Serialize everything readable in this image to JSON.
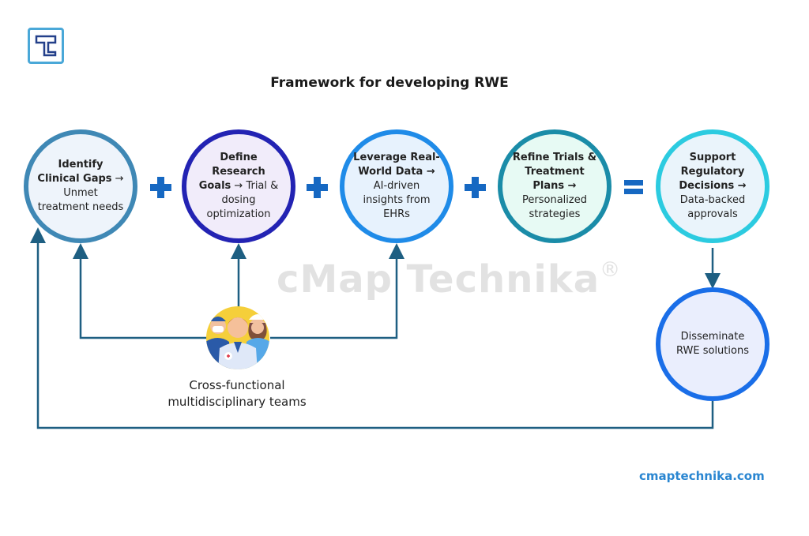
{
  "title": "Framework for developing RWE",
  "logo": {
    "letter": "T",
    "icon": "cmap-technika-logo"
  },
  "watermark": {
    "text": "cMap Technika",
    "mark": "®"
  },
  "steps": [
    {
      "id": "identify",
      "bold": "Identify Clinical Gaps",
      "rest": " → Unmet treatment needs",
      "border": "#3f88b5",
      "fill": "#eef4fb"
    },
    {
      "id": "define",
      "bold": "Define Research Goals",
      "rest": " → Trial & dosing optimization",
      "border": "#2323b3",
      "fill": "#f1ecfa"
    },
    {
      "id": "leverage",
      "bold": "Leverage Real-World Data →",
      "rest": " AI-driven insights from EHRs",
      "border": "#1f8be8",
      "fill": "#e7f2fd"
    },
    {
      "id": "refine",
      "bold": "Refine Trials & Treatment Plans →",
      "rest": " Personalized strategies",
      "border": "#1a8ca8",
      "fill": "#e7faf4"
    },
    {
      "id": "support",
      "bold": "Support Regulatory Decisions →",
      "rest": " Data-backed approvals",
      "border": "#2ccbe0",
      "fill": "#eaf4fb"
    },
    {
      "id": "disseminate",
      "bold": "",
      "rest": "Disseminate RWE solutions",
      "border": "#1a6ee8",
      "fill": "#eaeefd"
    }
  ],
  "operators": [
    "+",
    "+",
    "+",
    "="
  ],
  "team": {
    "label_line1": "Cross-functional",
    "label_line2": "multidisciplinary teams",
    "icon": "medical-team-icon"
  },
  "footer": {
    "link": "cmaptechnika.com"
  },
  "colors": {
    "connector": "#1e5f82",
    "operator": "#1668c2",
    "footer": "#2a86d1"
  }
}
